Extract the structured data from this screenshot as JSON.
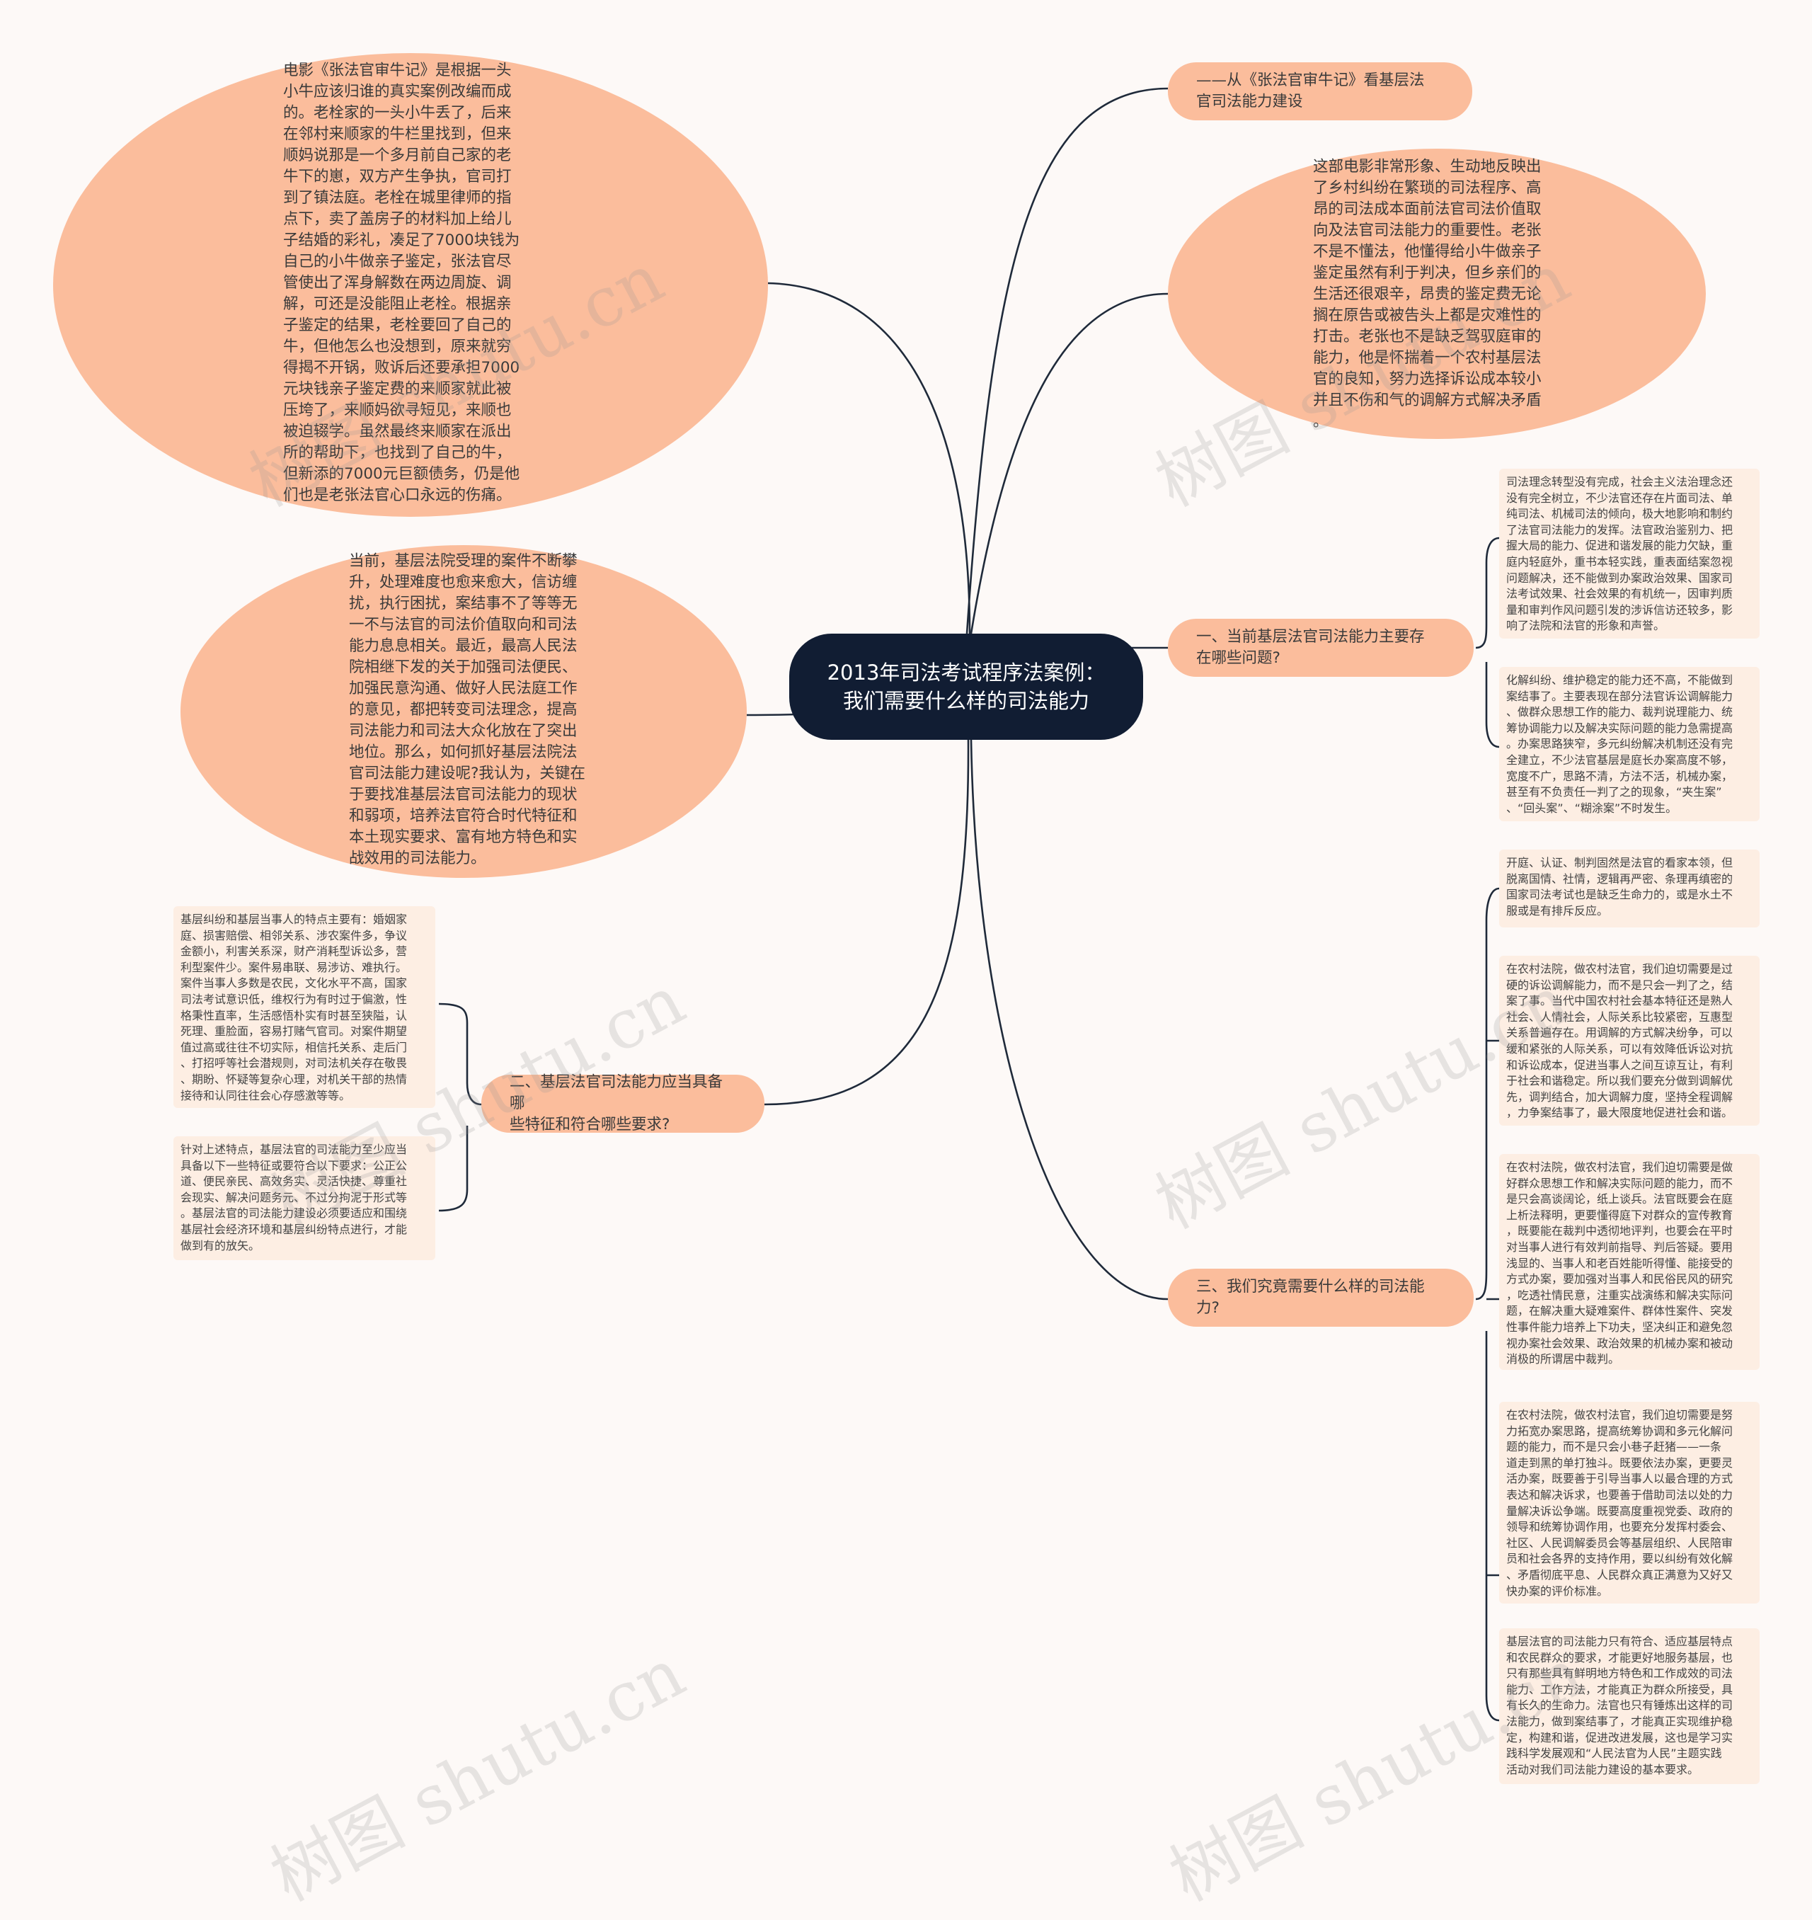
{
  "center": {
    "title": "2013年司法考试程序法案例：我们需要什么样的司法能力"
  },
  "nodes": {
    "story": "电影《张法官审牛记》是根据一头\n小牛应该归谁的真实案例改编而成\n的。老栓家的一头小牛丢了，后来\n在邻村来顺家的牛栏里找到，但来\n顺妈说那是一个多月前自己家的老\n牛下的崽，双方产生争执，官司打\n到了镇法庭。老栓在城里律师的指\n点下，卖了盖房子的材料加上给儿\n子结婚的彩礼，凑足了7000块钱为\n自己的小牛做亲子鉴定，张法官尽\n管使出了浑身解数在两边周旋、调\n解，可还是没能阻止老栓。根据亲\n子鉴定的结果，老栓要回了自己的\n牛，但他怎么也没想到，原来就穷\n得揭不开锅，败诉后还要承担7000\n元块钱亲子鉴定费的来顺家就此被\n压垮了，来顺妈欲寻短见，来顺也\n被迫辍学。虽然最终来顺家在派出\n所的帮助下，也找到了自己的牛，\n但新添的7000元巨额债务，仍是他\n们也是老张法官心口永远的伤痛。",
    "intro": "当前，基层法院受理的案件不断攀\n升，处理难度也愈来愈大，信访缠\n扰，执行困扰，案结事不了等等无\n一不与法官的司法价值取向和司法\n能力息息相关。最近，最高人民法\n院相继下发的关于加强司法便民、\n加强民意沟通、做好人民法庭工作\n的意见，都把转变司法理念，提高\n司法能力和司法大众化放在了突出\n地位。那么，如何抓好基层法院法\n官司法能力建设呢?我认为，关键在\n于要找准基层法官司法能力的现状\n和弱项，培养法官符合时代特征和\n本土现实要求、富有地方特色和实\n战效用的司法能力。",
    "subtitle": "——从《张法官审牛记》看基层法\n官司法能力建设",
    "comment": "这部电影非常形象、生动地反映出\n了乡村纠纷在繁琐的司法程序、高\n昂的司法成本面前法官司法价值取\n向及法官司法能力的重要性。老张\n不是不懂法，他懂得给小牛做亲子\n鉴定虽然有利于判决，但乡亲们的\n生活还很艰辛，昂贵的鉴定费无论\n搁在原告或被告头上都是灾难性的\n打击。老张也不是缺乏驾驭庭审的\n能力，他是怀揣着一个农村基层法\n官的良知，努力选择诉讼成本较小\n并且不伤和气的调解方式解决矛盾\n。",
    "q1": "一、当前基层法官司法能力主要存\n在哪些问题?",
    "q2": "二、基层法官司法能力应当具备哪\n些特征和符合哪些要求?",
    "q3": "三、我们究竟需要什么样的司法能\n力?",
    "q1a": "司法理念转型没有完成，社会主义法治理念还\n没有完全树立，不少法官还存在片面司法、单\n纯司法、机械司法的倾向，极大地影响和制约\n了法官司法能力的发挥。法官政治鉴别力、把\n握大局的能力、促进和谐发展的能力欠缺，重\n庭内轻庭外，重书本轻实践，重表面结案忽视\n问题解决，还不能做到办案政治效果、国家司\n法考试效果、社会效果的有机统一，因审判质\n量和审判作风问题引发的涉诉信访还较多，影\n响了法院和法官的形象和声誉。",
    "q1b": "化解纠纷、维护稳定的能力还不高，不能做到\n案结事了。主要表现在部分法官诉讼调解能力\n、做群众思想工作的能力、裁判说理能力、统\n筹协调能力以及解决实际问题的能力急需提高\n。办案思路狭窄，多元纠纷解决机制还没有完\n全建立，不少法官基层是庭长办案高度不够，\n宽度不广，思路不清，方法不活，机械办案，\n甚至有不负责任一判了之的现象，“夹生案”\n、“回头案”、“糊涂案”不时发生。",
    "q2a": "基层纠纷和基层当事人的特点主要有：婚姻家\n庭、损害赔偿、相邻关系、涉农案件多，争议\n金额小，利害关系深，财产消耗型诉讼多，营\n利型案件少。案件易串联、易涉访、难执行。\n案件当事人多数是农民，文化水平不高，国家\n司法考试意识低，维权行为有时过于偏激，性\n格秉性直率，生活感悟朴实有时甚至狭隘，认\n死理、重脸面，容易打赌气官司。对案件期望\n值过高或往往不切实际，相信托关系、走后门\n、打招呼等社会潜规则，对司法机关存在敬畏\n、期盼、怀疑等复杂心理，对机关干部的热情\n接待和认同往往会心存感激等等。",
    "q2b": "针对上述特点，基层法官的司法能力至少应当\n具备以下一些特征或要符合以下要求：公正公\n道、便民亲民、高效务实、灵活快捷、尊重社\n会现实、解决问题务元、不过分拘泥于形式等\n。基层法官的司法能力建设必须要适应和围绕\n基层社会经济环境和基层纠纷特点进行，才能\n做到有的放矢。",
    "q3a": "开庭、认证、制判固然是法官的看家本领，但\n脱离国情、社情，逻辑再严密、条理再缜密的\n国家司法考试也是缺乏生命力的，或是水土不\n服或是有排斥反应。",
    "q3b": "在农村法院，做农村法官，我们迫切需要是过\n硬的诉讼调解能力，而不是只会一判了之，结\n案了事。当代中国农村社会基本特征还是熟人\n社会、人情社会，人际关系比较紧密，互惠型\n关系普遍存在。用调解的方式解决纷争，可以\n缓和紧张的人际关系，可以有效降低诉讼对抗\n和诉讼成本，促进当事人之间互谅互让，有利\n于社会和谐稳定。所以我们要充分做到调解优\n先，调判结合，加大调解力度，坚持全程调解\n，力争案结事了，最大限度地促进社会和谐。",
    "q3c": "在农村法院，做农村法官，我们迫切需要是做\n好群众思想工作和解决实际问题的能力，而不\n是只会高谈阔论，纸上谈兵。法官既要会在庭\n上析法释明，更要懂得庭下对群众的宣传教育\n，既要能在裁判中透彻地评判，也要会在平时\n对当事人进行有效判前指导、判后答疑。要用\n浅显的、当事人和老百姓能听得懂、能接受的\n方式办案，要加强对当事人和民俗民风的研究\n，吃透社情民意，注重实战演练和解决实际问\n题，在解决重大疑难案件、群体性案件、突发\n性事件能力培养上下功夫，坚决纠正和避免忽\n视办案社会效果、政治效果的机械办案和被动\n消极的所谓居中裁判。",
    "q3d": "在农村法院，做农村法官，我们迫切需要是努\n力拓宽办案思路，提高统筹协调和多元化解问\n题的能力，而不是只会小巷子赶猪——一条\n道走到黑的单打独斗。既要依法办案，更要灵\n活办案，既要善于引导当事人以最合理的方式\n表达和解决诉求，也要善于借助司法以处的力\n量解决诉讼争端。既要高度重视党委、政府的\n领导和统筹协调作用，也要充分发挥村委会、\n社区、人民调解委员会等基层组织、人民陪审\n员和社会各界的支持作用，要以纠纷有效化解\n、矛盾彻底平息、人民群众真正满意为又好又\n快办案的评价标准。",
    "q3e": "基层法官的司法能力只有符合、适应基层特点\n和农民群众的要求，才能更好地服务基层，也\n只有那些具有鲜明地方特色和工作成效的司法\n能力、工作方法，才能真正为群众所接受，具\n有长久的生命力。法官也只有锤炼出这样的司\n法能力，做到案结事了，才能真正实现维护稳\n定，构建和谐，促进改进发展，这也是学习实\n践科学发展观和“人民法官为人民”主题实践\n活动对我们司法能力建设的基本要求。"
  },
  "watermark": "树图 shutu.cn",
  "colors": {
    "center_bg": "#111d33",
    "node_fill": "#fbbd9c",
    "leaf_fill": "#fdeee3",
    "line": "#1f2a3a"
  }
}
